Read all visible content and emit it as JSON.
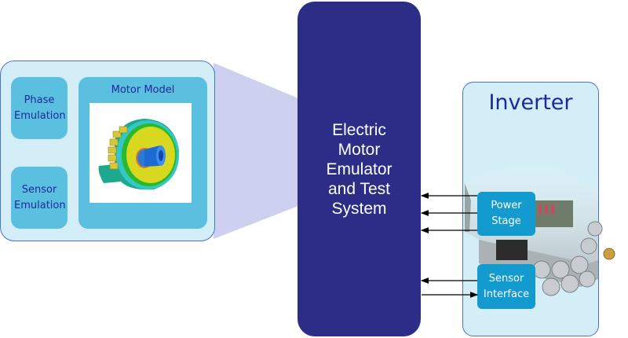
{
  "left_panel": {
    "phase_emulation": "Phase Emulation",
    "sensor_emulation": "Sensor Emulation",
    "motor_model": {
      "title": "Motor Model",
      "image": "motor-cutaway-cad-render"
    }
  },
  "emulator": {
    "label": "Electric Motor Emulator and Test System"
  },
  "inverter": {
    "title": "Inverter",
    "image": "inverter-hardware-photo",
    "power_stage": "Power Stage",
    "sensor_interface": "Sensor Interface"
  },
  "connections": [
    {
      "from": "power-stage",
      "to": "emulator",
      "direction": "to-emulator"
    },
    {
      "from": "power-stage",
      "to": "emulator",
      "direction": "to-emulator"
    },
    {
      "from": "power-stage",
      "to": "emulator",
      "direction": "to-emulator"
    },
    {
      "from": "sensor-interface",
      "to": "emulator",
      "direction": "to-emulator"
    },
    {
      "from": "emulator",
      "to": "sensor-interface",
      "direction": "to-inverter"
    }
  ],
  "colors": {
    "emulator_fill": "#2b2d86",
    "panel_fill": "#d4eef7",
    "sub_box_fill": "#5bbfe0",
    "inverter_box_fill": "#139bd0",
    "funnel_fill": "#cdd0ee",
    "title_text": "#1a2a9a"
  }
}
